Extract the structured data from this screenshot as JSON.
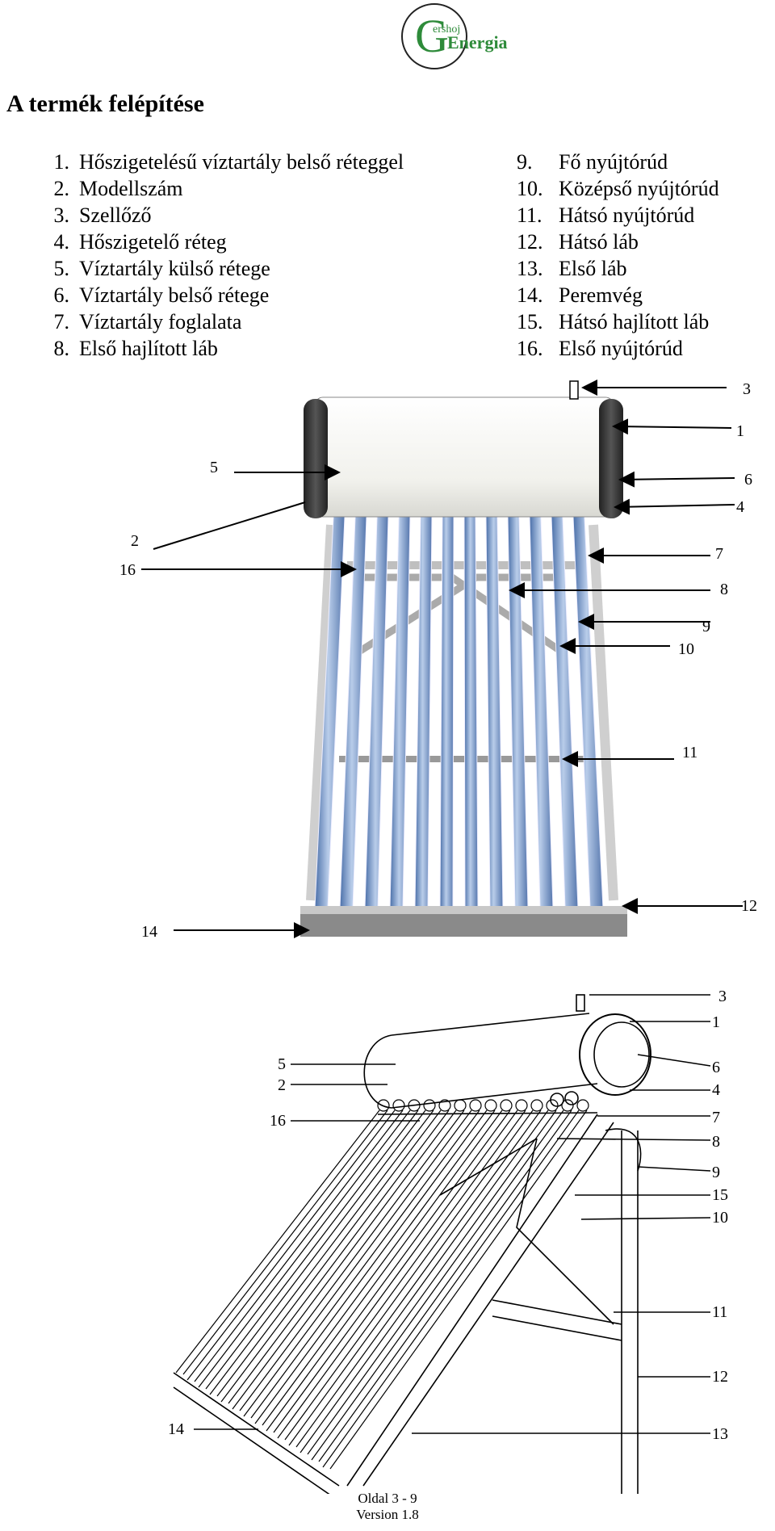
{
  "logo": {
    "small_text": "ershoj",
    "big_letter": "G",
    "word": "Energia"
  },
  "heading": "A termék felépítése",
  "parts_left": [
    {
      "num": "1.",
      "label": "Hőszigetelésű víztartály belső réteggel"
    },
    {
      "num": "2.",
      "label": "Modellszám"
    },
    {
      "num": "3.",
      "label": "Szellőző"
    },
    {
      "num": "4.",
      "label": "Hőszigetelő réteg"
    },
    {
      "num": "5.",
      "label": "Víztartály külső rétege"
    },
    {
      "num": "6.",
      "label": "Víztartály belső rétege"
    },
    {
      "num": "7.",
      "label": "Víztartály foglalata"
    },
    {
      "num": "8.",
      "label": "Első hajlított láb"
    }
  ],
  "parts_right": [
    {
      "num": "9.",
      "label": "Fő nyújtórúd"
    },
    {
      "num": "10.",
      "label": "Középső nyújtórúd"
    },
    {
      "num": "11.",
      "label": "Hátsó nyújtórúd"
    },
    {
      "num": "12.",
      "label": "Hátsó láb"
    },
    {
      "num": "13.",
      "label": "Első láb"
    },
    {
      "num": "14.",
      "label": "Peremvég"
    },
    {
      "num": "15.",
      "label": "Hátsó hajlított láb"
    },
    {
      "num": "16.",
      "label": "Első nyújtórúd"
    }
  ],
  "figure1_callouts": [
    "3",
    "1",
    "6",
    "4",
    "5",
    "2",
    "16",
    "7",
    "8",
    "9",
    "10",
    "11",
    "12",
    "14"
  ],
  "figure2_callouts": [
    "3",
    "1",
    "6",
    "4",
    "5",
    "2",
    "16",
    "7",
    "8",
    "9",
    "15",
    "10",
    "11",
    "12",
    "14",
    "13"
  ],
  "footer": {
    "page": "Oldal 3 - 9",
    "version": "Version 1.8"
  },
  "colors": {
    "logo_green": "#2e8b3a",
    "tube_blue": "#6f93c8",
    "tank_dark": "#333333"
  }
}
